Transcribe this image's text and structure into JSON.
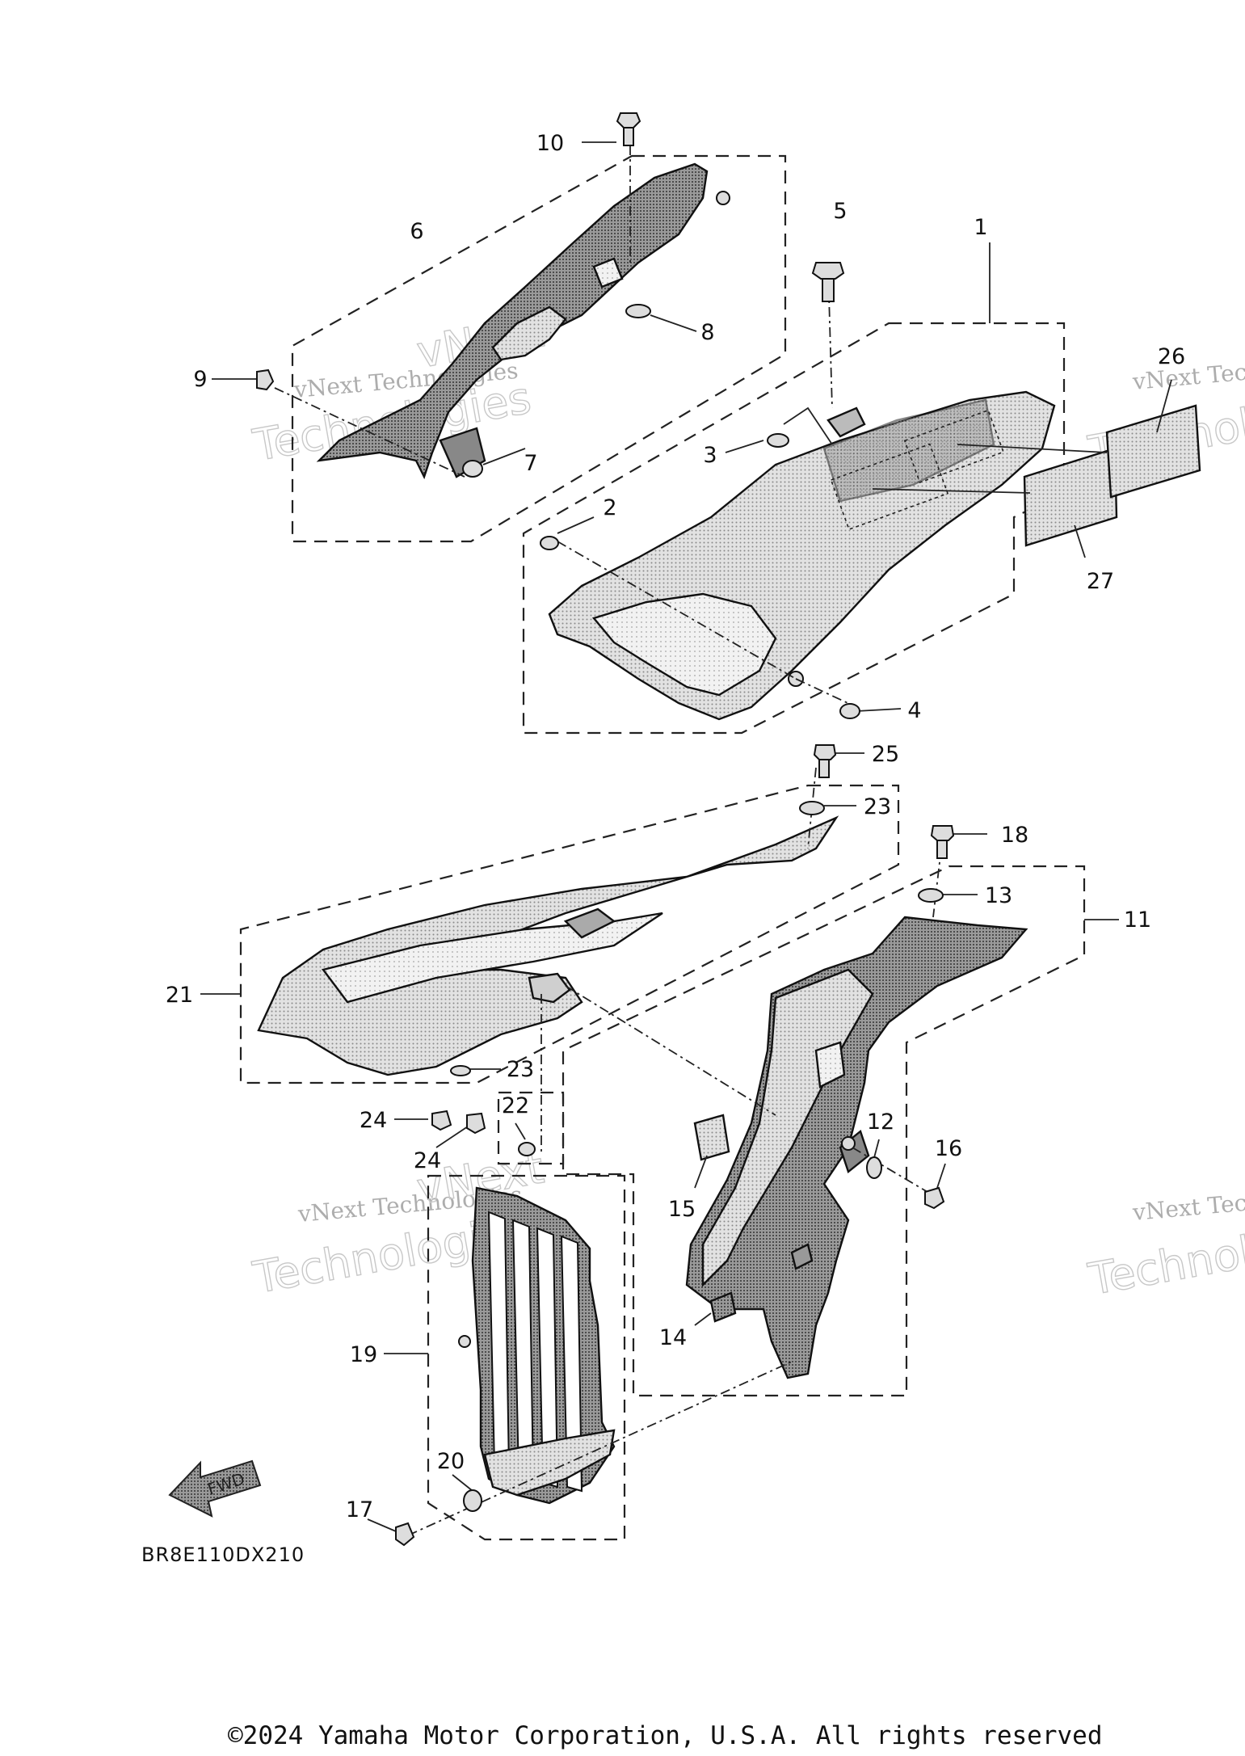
{
  "diagram": {
    "drawing_code": "BR8E110DX210",
    "fwd_label": "FWD",
    "copyright": "©2024 Yamaha Motor Corporation, U.S.A. All rights reserved",
    "watermark": {
      "line1": "vNext Technologies",
      "line2": "Technologies",
      "line_top": "vNext"
    },
    "callouts": [
      "1",
      "2",
      "3",
      "4",
      "5",
      "6",
      "7",
      "8",
      "9",
      "10",
      "11",
      "12",
      "13",
      "14",
      "15",
      "16",
      "17",
      "18",
      "19",
      "20",
      "21",
      "22",
      "23",
      "23",
      "24",
      "24",
      "25",
      "26",
      "27"
    ]
  }
}
